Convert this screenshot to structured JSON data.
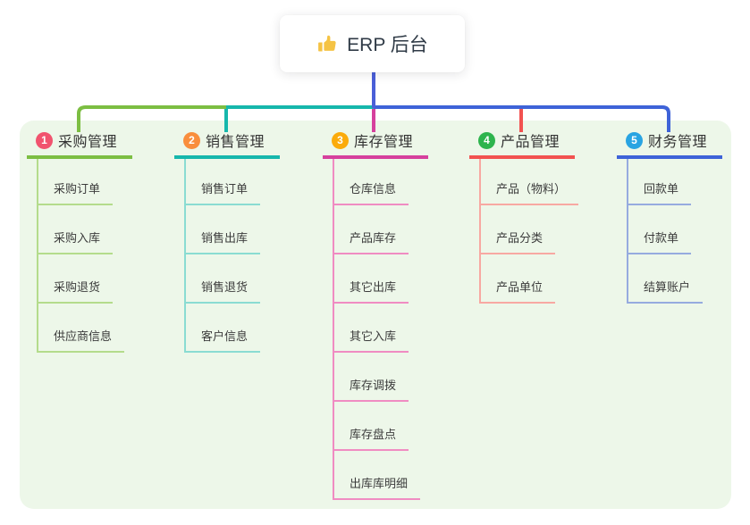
{
  "root": {
    "title": "ERP 后台",
    "icon": "thumbs-up-icon",
    "icon_color": "#f5c344"
  },
  "panel_color": "#edf7e9",
  "connector": {
    "stem_color": "#4a5fd8"
  },
  "branches": [
    {
      "index": "1",
      "title": "采购管理",
      "badge_color": "#f1536e",
      "line_color": "#7cbe42",
      "child_line_color": "#b4dc8c",
      "children": [
        "采购订单",
        "采购入库",
        "采购退货",
        "供应商信息"
      ]
    },
    {
      "index": "2",
      "title": "销售管理",
      "badge_color": "#f98e3d",
      "line_color": "#16b7ac",
      "child_line_color": "#8adcd2",
      "children": [
        "销售订单",
        "销售出库",
        "销售退货",
        "客户信息"
      ]
    },
    {
      "index": "3",
      "title": "库存管理",
      "badge_color": "#fbab0b",
      "line_color": "#d6409d",
      "child_line_color": "#f08cc2",
      "children": [
        "仓库信息",
        "产品库存",
        "其它出库",
        "其它入库",
        "库存调拨",
        "库存盘点",
        "出库库明细"
      ]
    },
    {
      "index": "4",
      "title": "产品管理",
      "badge_color": "#2db44d",
      "line_color": "#f25250",
      "child_line_color": "#f8a8a2",
      "children": [
        "产品（物料）",
        "产品分类",
        "产品单位"
      ]
    },
    {
      "index": "5",
      "title": "财务管理",
      "badge_color": "#29a4e2",
      "line_color": "#3e63d8",
      "child_line_color": "#96abdf",
      "children": [
        "回款单",
        "付款单",
        "结算账户"
      ]
    }
  ]
}
